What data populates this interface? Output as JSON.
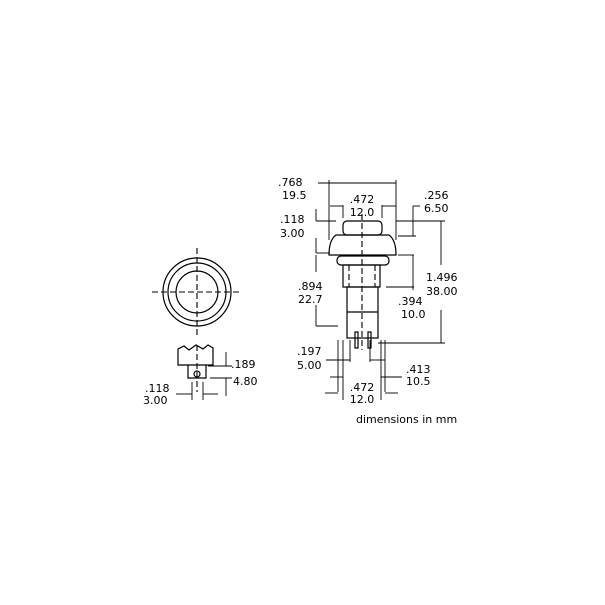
{
  "dimensions": {
    "overall_diameter": {
      "in": ".768",
      "mm": "19.5"
    },
    "cap_diameter_top": {
      "in": ".472",
      "mm": "12.0"
    },
    "cap_to_bezel": {
      "in": ".256",
      "mm": "6.50"
    },
    "cap_height": {
      "in": ".118",
      "mm": "3.00"
    },
    "body_length": {
      "in": ".894",
      "mm": "22.7"
    },
    "overall_height": {
      "in": "1.496",
      "mm": "38.00"
    },
    "thread_length": {
      "in": ".394",
      "mm": "10.0"
    },
    "pin_spacing": {
      "in": ".197",
      "mm": "5.00"
    },
    "body_width": {
      "in": ".413",
      "mm": "10.5"
    },
    "thread_diameter": {
      "in": ".472",
      "mm": "12.0"
    },
    "terminal_length": {
      "in": ".189",
      "mm": "4.80"
    },
    "terminal_width": {
      "in": ".118",
      "mm": "3.00"
    }
  },
  "note": "dimensions in mm"
}
